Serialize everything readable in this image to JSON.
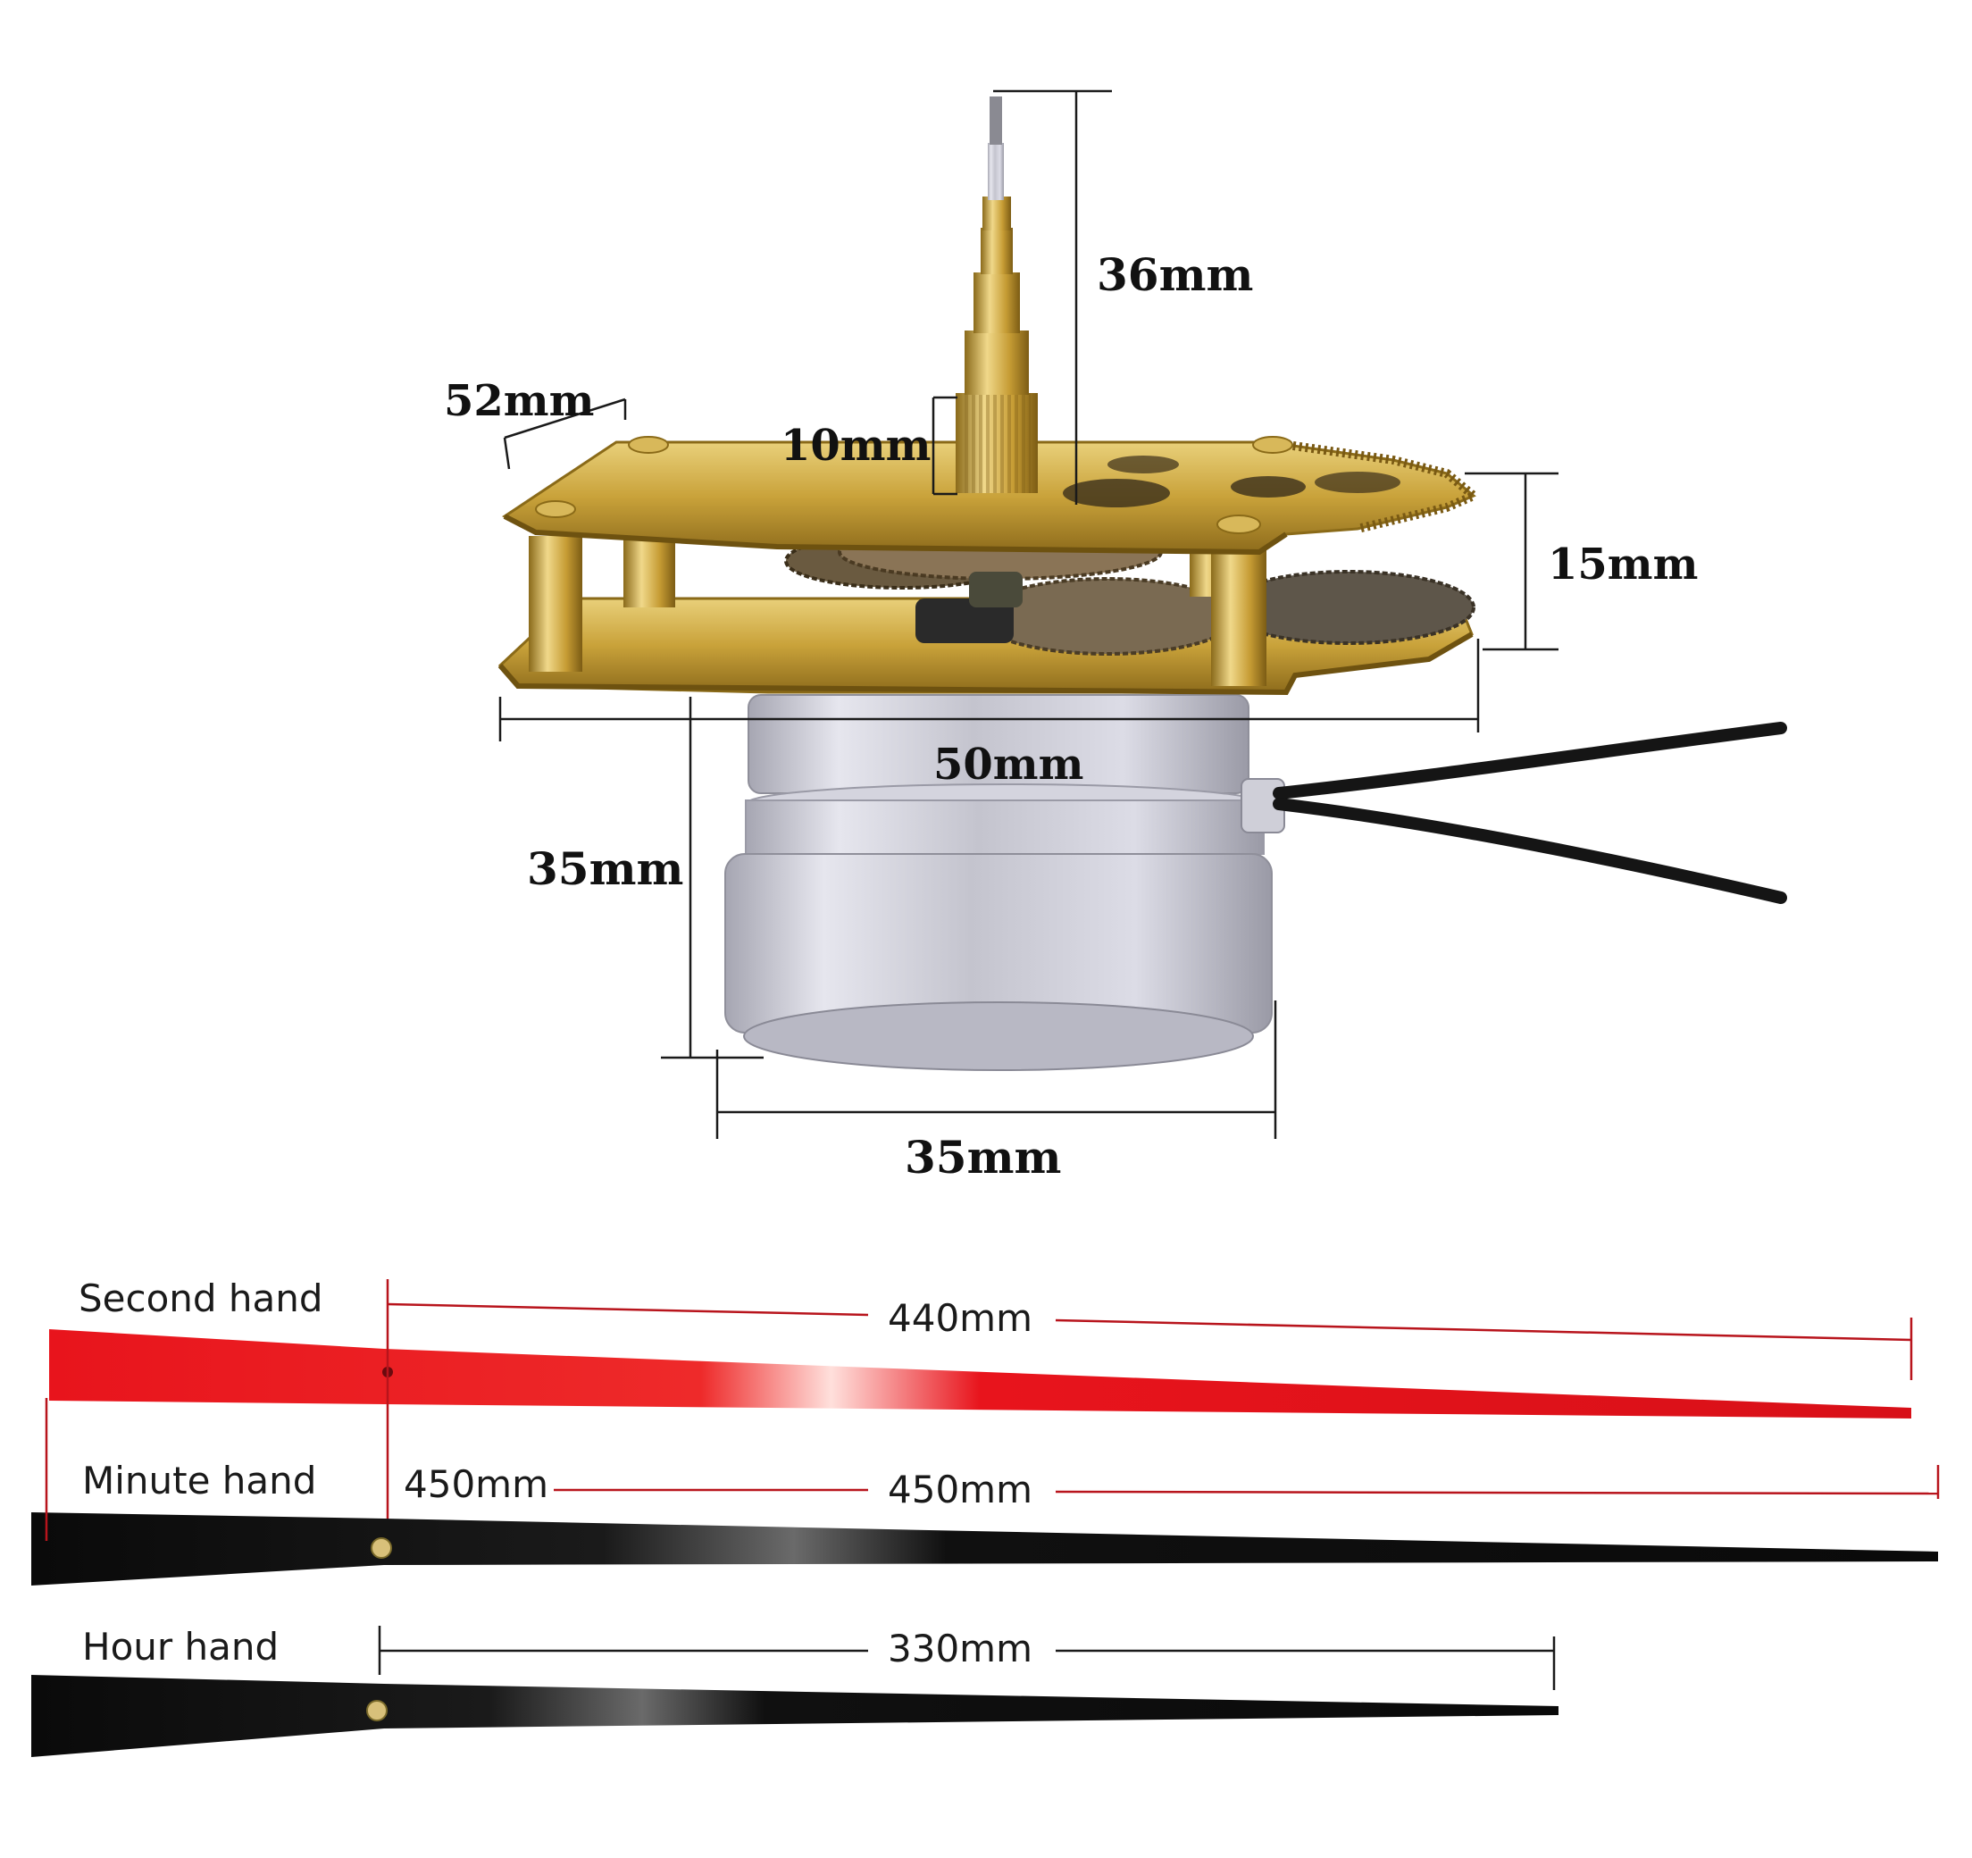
{
  "movement": {
    "shaft_height": "36mm",
    "plate_depth": "52mm",
    "thread_length": "10mm",
    "gear_stack": "15mm",
    "plate_width": "50mm",
    "motor_height": "35mm",
    "motor_diameter": "35mm"
  },
  "hands": {
    "second": {
      "label": "Second hand",
      "length": "440mm",
      "color": "#e8141c"
    },
    "minute": {
      "label": "Minute hand",
      "length": "450mm",
      "length_alt": "450mm",
      "color": "#0a0a0a"
    },
    "hour": {
      "label": "Hour hand",
      "length": "330mm",
      "color": "#0a0a0a"
    }
  },
  "colors": {
    "brass": "#c9a23a",
    "motor_silver": "#c8c8d2",
    "wire": "#151515",
    "red_dim_line": "#b8141c"
  }
}
